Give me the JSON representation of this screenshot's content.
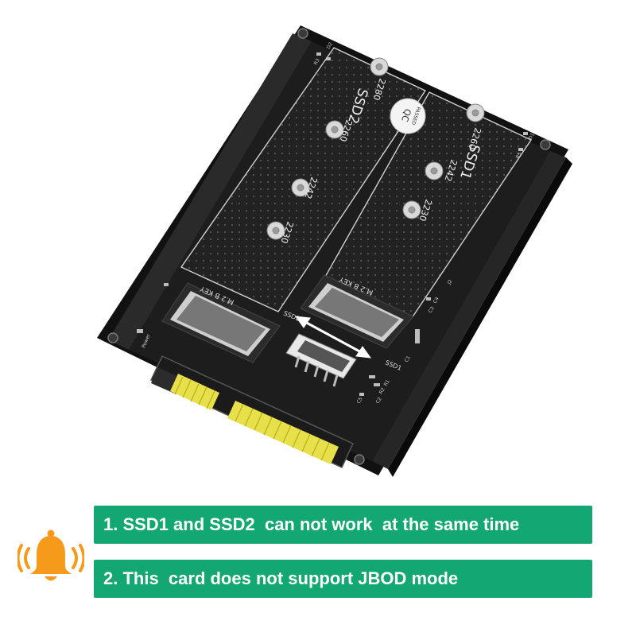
{
  "product": {
    "ssd2_label": "SSD2",
    "ssd1_label": "SSD1",
    "slot2_sizes": [
      "2280",
      "2260",
      "2242",
      "2230"
    ],
    "slot1_sizes": [
      "2260",
      "2242",
      "2230"
    ],
    "key_label_left": "M.2 B KEY",
    "key_label_right": "M.2 B KEY",
    "qc_top": "QC",
    "qc_bottom": "PASSED",
    "switch_left": "SSD2",
    "switch_right": "SSD1",
    "power_label": "Power",
    "ref_c1": "C1",
    "ref_c2": "C2",
    "ref_c3": "C3",
    "ref_c4": "C4",
    "ref_c5": "C5",
    "ref_r1": "R1",
    "ref_r2": "R2",
    "ref_r3": "R3",
    "ref_r5": "R5",
    "ref_d1": "D1",
    "ref_d2": "D2",
    "ref_j2": "J2"
  },
  "notes": [
    "1. SSD1 and SSD2  can not work  at the same time",
    "2. This  card does not support JBOD mode"
  ],
  "colors": {
    "banner": "#13a873",
    "bell": "#f59a1a",
    "board": "#1a1a1a"
  },
  "icons": {
    "alert": "bell-icon"
  }
}
